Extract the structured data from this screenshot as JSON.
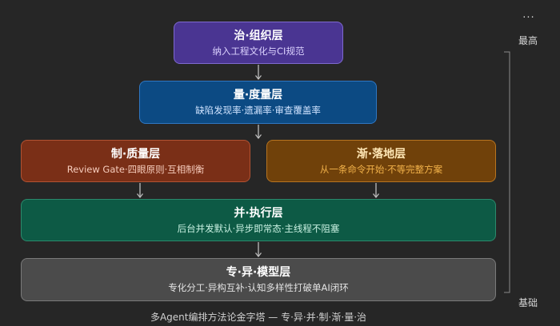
{
  "layers": {
    "governance": {
      "title": "治·组织层",
      "subtitle": "纳入工程文化与CI规范"
    },
    "measure": {
      "title": "量·度量层",
      "subtitle": "缺陷发现率·遗漏率·审查覆盖率"
    },
    "quality": {
      "title": "制·质量层",
      "subtitle": "Review Gate·四眼原则·互相制衡"
    },
    "adoption": {
      "title": "渐·落地层",
      "subtitle": "从一条命令开始·不等完整方案"
    },
    "execution": {
      "title": "并·执行层",
      "subtitle": "后台并发默认·异步即常态·主线程不阻塞"
    },
    "model": {
      "title": "专·异·模型层",
      "subtitle": "专化分工·异构互补·认知多样性打破单AI闭环"
    }
  },
  "side": {
    "more": "···",
    "top": "最高",
    "bottom": "基础"
  },
  "footer": "多Agent编排方法论金字塔 — 专·异·并·制·渐·量·治",
  "colors": {
    "background": "#262626",
    "governance": "#4a3592",
    "measure": "#0c4a83",
    "quality": "#7a2f17",
    "adoption": "#70410a",
    "execution": "#0d5a45",
    "model": "#4b4b4b"
  }
}
